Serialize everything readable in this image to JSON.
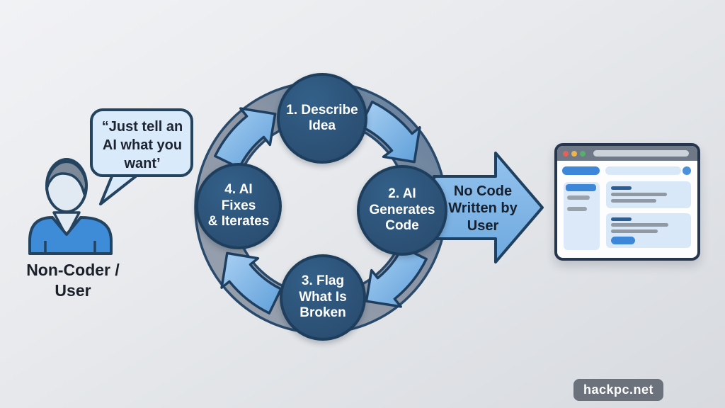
{
  "person": {
    "speech_bubble": "“Just tell an\nAI what you\nwant’",
    "label": "Non-Coder /\nUser"
  },
  "cycle": {
    "steps": [
      {
        "label": "1. Describe\nIdea"
      },
      {
        "label": "2. AI\nGenerates\nCode"
      },
      {
        "label": "3. Flag\nWhat Is\nBroken"
      },
      {
        "label": "4. AI\nFixes\n& Iterates"
      }
    ]
  },
  "output_arrow": {
    "label": "No Code\nWritten by\nUser"
  },
  "watermark": {
    "label": "hackpc.net"
  },
  "colors": {
    "node_fill": "#2d5378",
    "node_border": "#1e3e5e",
    "ring_gray": "#919BAA",
    "ring_steel": "#64809e",
    "arrow_blue_light": "#a5cdf1",
    "arrow_blue": "#5f9fd9",
    "outline_navy": "#1f3f61",
    "bubble_fill": "#d9eafb",
    "shirt_blue": "#3e8bd8",
    "hair_gray": "#7d8a99",
    "skin": "#e1e9f2",
    "browser_accent_blue": "#3d87d9",
    "browser_card_blue": "#d9e8f8",
    "traffic_red": "#e0635a",
    "traffic_yellow": "#eab44e",
    "traffic_green": "#54b06b",
    "text_dark": "#1d2430"
  }
}
